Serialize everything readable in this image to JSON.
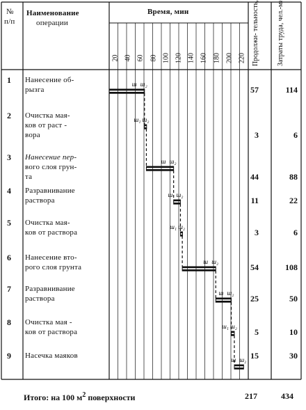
{
  "header": {
    "col_no": "№",
    "col_no2": "п/п",
    "col_name_line1": "Наименование",
    "col_name_line2": "операции",
    "col_time": "Время, мин",
    "col_duration": "Продолжи- тельность, мин.",
    "col_cost": "Затраты труда, чел.-мин."
  },
  "time_ticks": [
    "20",
    "40",
    "60",
    "80",
    "100",
    "120",
    "140",
    "160",
    "180",
    "200",
    "220"
  ],
  "rows": [
    {
      "no": "1",
      "lines": [
        "Нанесение об-",
        "рызга"
      ],
      "duration": "57",
      "cost": "114",
      "labels": [
        "ш",
        "ш₂"
      ]
    },
    {
      "no": "2",
      "lines": [
        "Очистка мая-",
        "ков от раст -",
        "вора"
      ],
      "duration": "3",
      "cost": "6",
      "labels": [
        "ш₁",
        "ш₂"
      ]
    },
    {
      "no": "3",
      "lines": [
        "Нанесение пер-",
        "вого слоя грун-",
        "та"
      ],
      "duration": "44",
      "cost": "88",
      "labels": [
        "ш",
        "ш₂"
      ]
    },
    {
      "no": "4",
      "lines": [
        "Разравнивание",
        "раствора"
      ],
      "duration": "11",
      "cost": "22",
      "labels": [
        "ш",
        "ш₂"
      ]
    },
    {
      "no": "5",
      "lines": [
        "Очистка мая-",
        "ков от раствора"
      ],
      "duration": "3",
      "cost": "6",
      "labels": [
        "ш₁",
        "ш₂"
      ]
    },
    {
      "no": "6",
      "lines": [
        "Нанесение вто-",
        "рого слоя грунта"
      ],
      "duration": "54",
      "cost": "108",
      "labels": [
        "ш",
        "ш₂"
      ]
    },
    {
      "no": "7",
      "lines": [
        "Разравнивание",
        "раствора"
      ],
      "duration": "25",
      "cost": "50",
      "labels": [
        "ш",
        "ш₂"
      ]
    },
    {
      "no": "8",
      "lines": [
        "Очистка мая -",
        "ков от раствора"
      ],
      "duration": "5",
      "cost": "10",
      "labels": [
        "ш₁",
        "ш₂"
      ]
    },
    {
      "no": "9",
      "lines": [
        "Насечка маяков"
      ],
      "duration": "15",
      "cost": "30",
      "labels": [
        "ш",
        "ш₂"
      ]
    }
  ],
  "footer": {
    "label": "Итого: на 100 м",
    "sup": "2",
    "label_end": "поверхности",
    "total_duration": "217",
    "total_cost": "434"
  },
  "chart_data": {
    "type": "gantt",
    "x_unit": "мин",
    "tasks": [
      {
        "no": 1,
        "start": 0,
        "end": 57
      },
      {
        "no": 2,
        "start": 57,
        "end": 60
      },
      {
        "no": 3,
        "start": 60,
        "end": 104
      },
      {
        "no": 4,
        "start": 104,
        "end": 115
      },
      {
        "no": 5,
        "start": 115,
        "end": 118
      },
      {
        "no": 6,
        "start": 118,
        "end": 172
      },
      {
        "no": 7,
        "start": 172,
        "end": 197
      },
      {
        "no": 8,
        "start": 197,
        "end": 202
      },
      {
        "no": 9,
        "start": 202,
        "end": 217
      }
    ]
  }
}
